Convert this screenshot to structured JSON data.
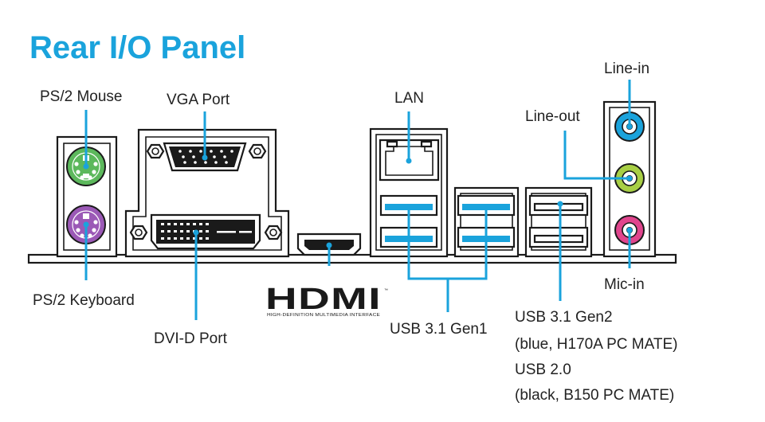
{
  "title": "Rear I/O Panel",
  "colors": {
    "accent": "#1aa3dc",
    "ps2_mouse": "#5cb85c",
    "ps2_keyboard": "#9b59b6",
    "usb_blue": "#1aa3dc",
    "line_in": "#1aa3dc",
    "line_out": "#a8cf45",
    "mic_in": "#e0458d"
  },
  "labels": {
    "ps2_mouse": "PS/2 Mouse",
    "ps2_keyboard": "PS/2 Keyboard",
    "vga": "VGA Port",
    "dvi": "DVI-D Port",
    "lan": "LAN",
    "usb31gen1": "USB 3.1 Gen1",
    "usb31gen2": "USB 3.1 Gen2",
    "usb31gen2_note": "(blue, H170A PC MATE)",
    "usb20": "USB 2.0",
    "usb20_note": "(black, B150 PC MATE)",
    "line_in": "Line-in",
    "line_out": "Line-out",
    "mic_in": "Mic-in"
  },
  "hdmi_logo": {
    "wordmark": "HDMI",
    "trademark": "™",
    "tagline": "HIGH-DEFINITION MULTIMEDIA INTERFACE"
  },
  "icons": [
    "ps2-port-icon",
    "vga-connector-icon",
    "dvi-connector-icon",
    "hdmi-port-icon",
    "rj45-port-icon",
    "usb-port-icon",
    "audio-jack-icon"
  ]
}
